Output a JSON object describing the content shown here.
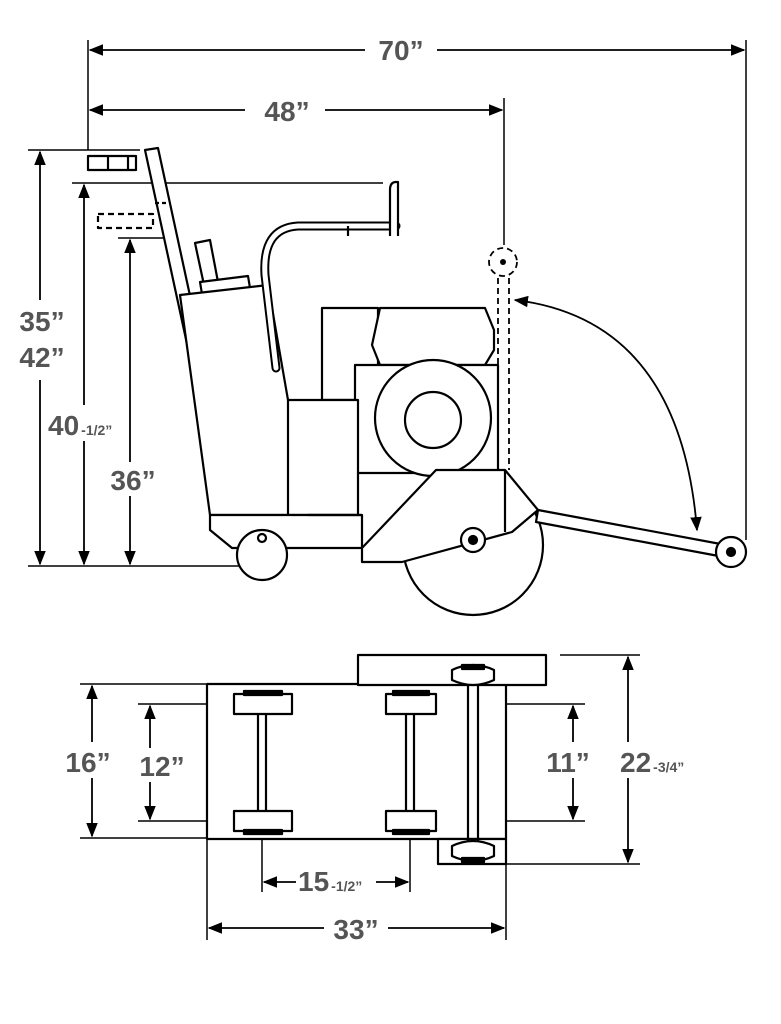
{
  "dimensions": {
    "overall_length": "70”",
    "body_length": "48”",
    "handle_height_low": "35”",
    "handle_height_high": "42”",
    "height_mid_main": "40",
    "height_mid_frac": "-1/2”",
    "height_low": "36”",
    "width_outer": "16”",
    "axle_width_left": "12”",
    "axle_width_right": "11”",
    "overall_width_main": "22",
    "overall_width_frac": "-3/4”",
    "wheelbase_main": "15",
    "wheelbase_frac": "-1/2”",
    "base_length": "33”"
  },
  "colors": {
    "line": "#000000",
    "label": "#555555"
  }
}
